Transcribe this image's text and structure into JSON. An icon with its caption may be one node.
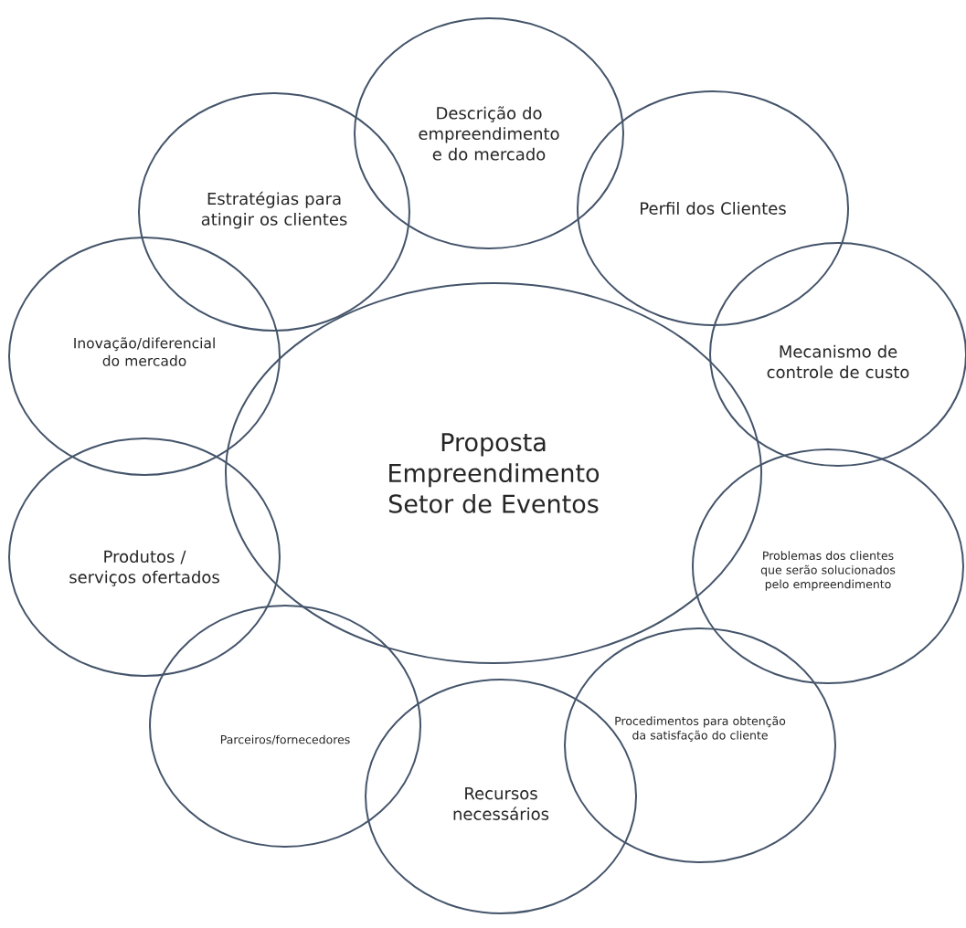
{
  "diagram": {
    "nodes": [
      {
        "text": [
          "Proposta Empreendimento Setor de Eventos"
        ]
      },
      {
        "text": [
          "Descrição do empreendimento e do mercado"
        ]
      },
      {
        "text": [
          "Perfil dos Clientes"
        ]
      },
      {
        "text": [
          "Mecanismo de controle de custo"
        ]
      },
      {
        "text": [
          "Problemas dos clientes que serão solucionados pelo empreendimento"
        ]
      },
      {
        "text": [
          "Procedimentos para obtenção da satisfação do cliente"
        ]
      },
      {
        "text": [
          "Recursos necessários"
        ]
      },
      {
        "text": [
          "Parceiros/fornecedores"
        ]
      },
      {
        "text": [
          "Produtos / serviços ofertados"
        ]
      },
      {
        "text": [
          "Inovação/diferencial do mercado"
        ]
      },
      {
        "text": [
          "Estratégias para atingir os clientes"
        ]
      }
    ]
  }
}
